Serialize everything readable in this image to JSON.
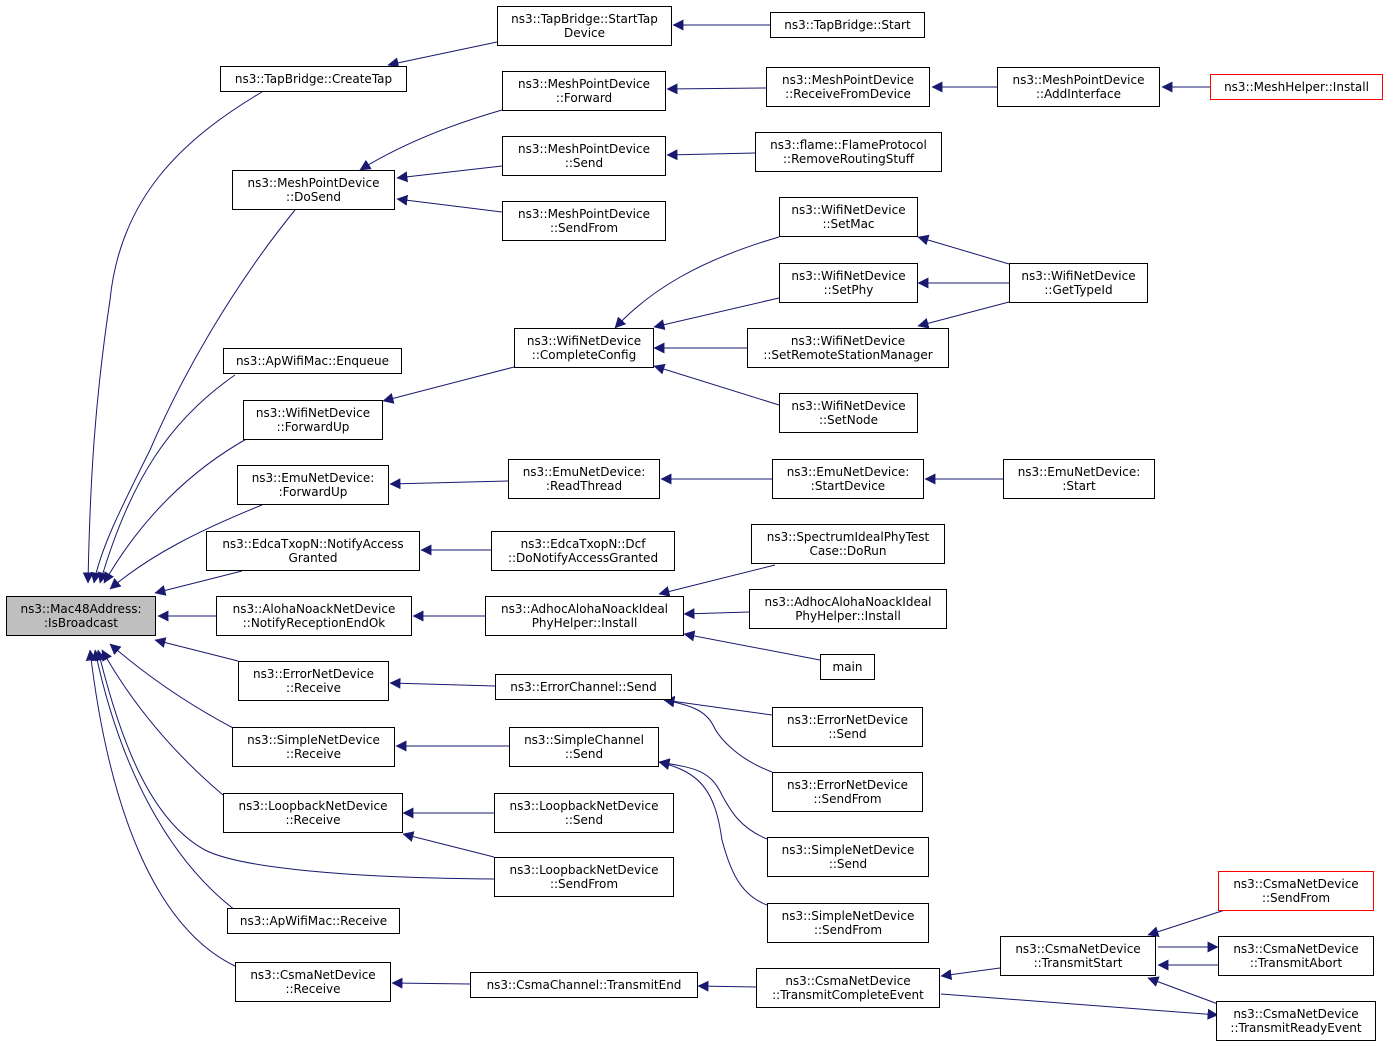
{
  "colors": {
    "edge": "#191970",
    "node_border": "#000000",
    "root_fill": "#bfbfbf",
    "truncated_border": "#ff0000"
  },
  "nodes": {
    "root": {
      "l1": "ns3::Mac48Address:",
      "l2": ":IsBroadcast"
    },
    "tapbridge_createtap": {
      "l1": "ns3::TapBridge::CreateTap"
    },
    "tapbridge_starttapdevice": {
      "l1": "ns3::TapBridge::StartTap",
      "l2": "Device"
    },
    "tapbridge_start": {
      "l1": "ns3::TapBridge::Start"
    },
    "meshpointdevice_forward": {
      "l1": "ns3::MeshPointDevice",
      "l2": "::Forward"
    },
    "meshpointdevice_receivefromdevice": {
      "l1": "ns3::MeshPointDevice",
      "l2": "::ReceiveFromDevice"
    },
    "meshpointdevice_addinterface": {
      "l1": "ns3::MeshPointDevice",
      "l2": "::AddInterface"
    },
    "meshhelper_install": {
      "l1": "ns3::MeshHelper::Install"
    },
    "meshpointdevice_send": {
      "l1": "ns3::MeshPointDevice",
      "l2": "::Send"
    },
    "flameprotocol_removeroutingstuff": {
      "l1": "ns3::flame::FlameProtocol",
      "l2": "::RemoveRoutingStuff"
    },
    "meshpointdevice_dosend": {
      "l1": "ns3::MeshPointDevice",
      "l2": "::DoSend"
    },
    "meshpointdevice_sendfrom": {
      "l1": "ns3::MeshPointDevice",
      "l2": "::SendFrom"
    },
    "wifinetdevice_setmac": {
      "l1": "ns3::WifiNetDevice",
      "l2": "::SetMac"
    },
    "wifinetdevice_gettypeid": {
      "l1": "ns3::WifiNetDevice",
      "l2": "::GetTypeId"
    },
    "wifinetdevice_setphy": {
      "l1": "ns3::WifiNetDevice",
      "l2": "::SetPhy"
    },
    "wifinetdevice_completeconfig": {
      "l1": "ns3::WifiNetDevice",
      "l2": "::CompleteConfig"
    },
    "wifinetdevice_setremotestationmanager": {
      "l1": "ns3::WifiNetDevice",
      "l2": "::SetRemoteStationManager"
    },
    "apwifimac_enqueue": {
      "l1": "ns3::ApWifiMac::Enqueue"
    },
    "wifinetdevice_forwardup": {
      "l1": "ns3::WifiNetDevice",
      "l2": "::ForwardUp"
    },
    "wifinetdevice_setnode": {
      "l1": "ns3::WifiNetDevice",
      "l2": "::SetNode"
    },
    "emunetdevice_forwardup": {
      "l1": "ns3::EmuNetDevice:",
      "l2": ":ForwardUp"
    },
    "emunetdevice_readthread": {
      "l1": "ns3::EmuNetDevice:",
      "l2": ":ReadThread"
    },
    "emunetdevice_startdevice": {
      "l1": "ns3::EmuNetDevice:",
      "l2": ":StartDevice"
    },
    "emunetdevice_start": {
      "l1": "ns3::EmuNetDevice:",
      "l2": ":Start"
    },
    "spectrumidealphytestcase_dorun": {
      "l1": "ns3::SpectrumIdealPhyTest",
      "l2": "Case::DoRun"
    },
    "edcatxopn_notifyaccessgranted": {
      "l1": "ns3::EdcaTxopN::NotifyAccess",
      "l2": "Granted"
    },
    "edcatxopn_dcf_donotifyaccessgranted": {
      "l1": "ns3::EdcaTxopN::Dcf",
      "l2": "::DoNotifyAccessGranted"
    },
    "adhocalohanoackidealphyhelper_install_1": {
      "l1": "ns3::AdhocAlohaNoackIdeal",
      "l2": "PhyHelper::Install"
    },
    "adhocalohanoackidealphyhelper_install_2": {
      "l1": "ns3::AdhocAlohaNoackIdeal",
      "l2": "PhyHelper::Install"
    },
    "alohanoacknetdevice_notifyreceptionendok": {
      "l1": "ns3::AlohaNoackNetDevice",
      "l2": "::NotifyReceptionEndOk"
    },
    "main": {
      "l1": "main"
    },
    "errornetdevice_receive": {
      "l1": "ns3::ErrorNetDevice",
      "l2": "::Receive"
    },
    "errorchannel_send": {
      "l1": "ns3::ErrorChannel::Send"
    },
    "errornetdevice_send": {
      "l1": "ns3::ErrorNetDevice",
      "l2": "::Send"
    },
    "simplenetdevice_receive": {
      "l1": "ns3::SimpleNetDevice",
      "l2": "::Receive"
    },
    "simplechannel_send": {
      "l1": "ns3::SimpleChannel",
      "l2": "::Send"
    },
    "errornetdevice_sendfrom": {
      "l1": "ns3::ErrorNetDevice",
      "l2": "::SendFrom"
    },
    "loopbacknetdevice_receive": {
      "l1": "ns3::LoopbackNetDevice",
      "l2": "::Receive"
    },
    "loopbacknetdevice_send": {
      "l1": "ns3::LoopbackNetDevice",
      "l2": "::Send"
    },
    "simplenetdevice_send": {
      "l1": "ns3::SimpleNetDevice",
      "l2": "::Send"
    },
    "loopbacknetdevice_sendfrom": {
      "l1": "ns3::LoopbackNetDevice",
      "l2": "::SendFrom"
    },
    "csmanetdevice_sendfrom": {
      "l1": "ns3::CsmaNetDevice",
      "l2": "::SendFrom"
    },
    "apwifimac_receive": {
      "l1": "ns3::ApWifiMac::Receive"
    },
    "simplenetdevice_sendfrom": {
      "l1": "ns3::SimpleNetDevice",
      "l2": "::SendFrom"
    },
    "csmanetdevice_transmitstart": {
      "l1": "ns3::CsmaNetDevice",
      "l2": "::TransmitStart"
    },
    "csmanetdevice_transmitabort": {
      "l1": "ns3::CsmaNetDevice",
      "l2": "::TransmitAbort"
    },
    "csmanetdevice_receive": {
      "l1": "ns3::CsmaNetDevice",
      "l2": "::Receive"
    },
    "csmachannel_transmitend": {
      "l1": "ns3::CsmaChannel::TransmitEnd"
    },
    "csmanetdevice_transmitcompleteevent": {
      "l1": "ns3::CsmaNetDevice",
      "l2": "::TransmitCompleteEvent"
    },
    "csmanetdevice_transmitreadyevent": {
      "l1": "ns3::CsmaNetDevice",
      "l2": "::TransmitReadyEvent"
    }
  }
}
